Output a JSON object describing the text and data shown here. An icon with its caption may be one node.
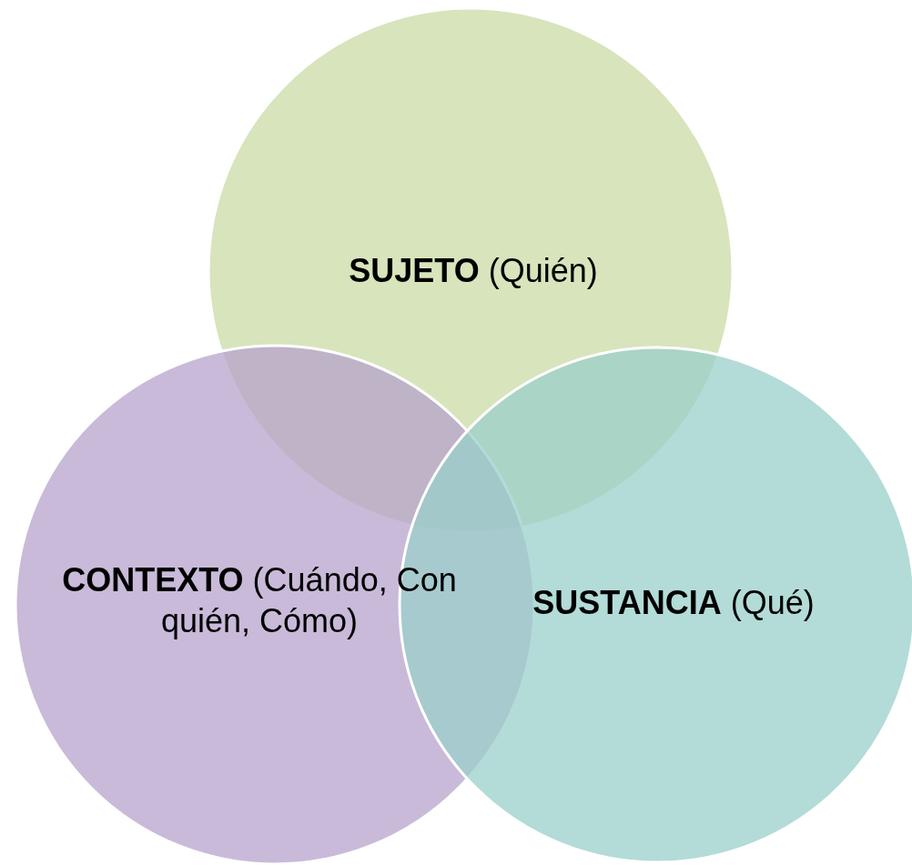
{
  "diagram": {
    "nodes": [
      {
        "text": [
          "**SUJETO** (Quién)"
        ]
      },
      {
        "text": [
          "**CONTEXTO** (Cuándo, Con quién, Cómo)"
        ]
      },
      {
        "text": [
          "**SUSTANCIA** (Qué)"
        ]
      }
    ]
  }
}
